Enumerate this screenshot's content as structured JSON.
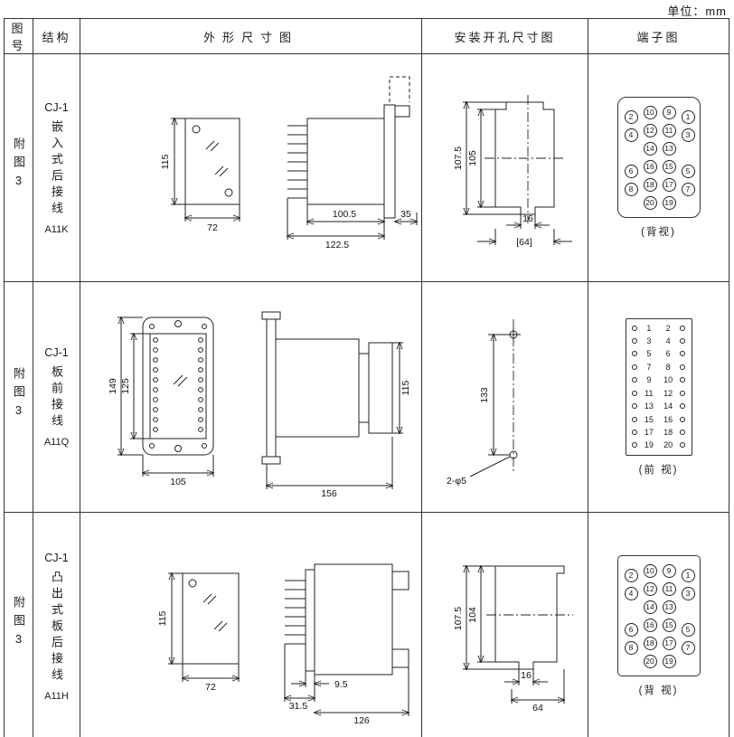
{
  "unit_label": "单位：mm",
  "headers": {
    "fig_no": "图号",
    "structure": "结构",
    "outline": "外形尺寸图",
    "mounting": "安装开孔尺寸图",
    "terminal": "端子图"
  },
  "rows": [
    {
      "fig_no": "附图3",
      "model": "CJ-1",
      "structure_name": "嵌入式后接线",
      "code": "A11K",
      "outline": {
        "front_h": "115",
        "front_w": "72",
        "body_len": "100.5",
        "total_len": "122.5",
        "rear_len": "35"
      },
      "mounting": {
        "outer_h": "107.5",
        "inner_h": "105",
        "notch_w": "16",
        "span_w": "[64]"
      },
      "terminals": {
        "grid": [
          [
            [
              2,
              0
            ],
            [
              10,
              1
            ],
            [
              9,
              2
            ],
            [
              1,
              3
            ]
          ],
          [
            [
              4,
              0
            ],
            [
              12,
              1
            ],
            [
              11,
              2
            ],
            [
              3,
              3
            ]
          ],
          [
            [
              14,
              1
            ],
            [
              13,
              2
            ]
          ],
          [
            [
              6,
              0
            ],
            [
              16,
              1
            ],
            [
              15,
              2
            ],
            [
              5,
              3
            ]
          ],
          [
            [
              8,
              0
            ],
            [
              18,
              1
            ],
            [
              17,
              2
            ],
            [
              7,
              3
            ]
          ],
          [
            [
              20,
              1
            ],
            [
              19,
              2
            ]
          ]
        ]
      },
      "terminal_caption": "(背视)"
    },
    {
      "fig_no": "附图3",
      "model": "CJ-1",
      "structure_name": "板前接线",
      "code": "A11Q",
      "outline": {
        "outer_h": "149",
        "inner_h": "125",
        "front_w": "105",
        "total_len": "156",
        "side_h": "115"
      },
      "mounting": {
        "hole_span": "133",
        "holes": "2-φ5"
      },
      "terminals": {
        "pairs": [
          [
            1,
            2
          ],
          [
            3,
            4
          ],
          [
            5,
            6
          ],
          [
            7,
            8
          ],
          [
            9,
            10
          ],
          [
            11,
            12
          ],
          [
            13,
            14
          ],
          [
            15,
            16
          ],
          [
            17,
            18
          ],
          [
            19,
            20
          ]
        ]
      },
      "terminal_caption": "(前 视)"
    },
    {
      "fig_no": "附图3",
      "model": "CJ-1",
      "structure_name": "凸出式板后接线",
      "code": "A11H",
      "outline": {
        "front_h": "115",
        "front_w": "72",
        "pin_len": "31.5",
        "offset": "9.5",
        "body_len": "126"
      },
      "mounting": {
        "outer_h": "107.5",
        "inner_h": "104",
        "notch_w": "16",
        "span_w": "64"
      },
      "terminals": {
        "grid": [
          [
            [
              2,
              0
            ],
            [
              10,
              1
            ],
            [
              9,
              2
            ],
            [
              1,
              3
            ]
          ],
          [
            [
              4,
              0
            ],
            [
              12,
              1
            ],
            [
              11,
              2
            ],
            [
              3,
              3
            ]
          ],
          [
            [
              14,
              1
            ],
            [
              13,
              2
            ]
          ],
          [
            [
              6,
              0
            ],
            [
              16,
              1
            ],
            [
              15,
              2
            ],
            [
              5,
              3
            ]
          ],
          [
            [
              8,
              0
            ],
            [
              18,
              1
            ],
            [
              17,
              2
            ],
            [
              7,
              3
            ]
          ],
          [
            [
              20,
              1
            ],
            [
              19,
              2
            ]
          ]
        ]
      },
      "terminal_caption": "(背 视)"
    }
  ]
}
